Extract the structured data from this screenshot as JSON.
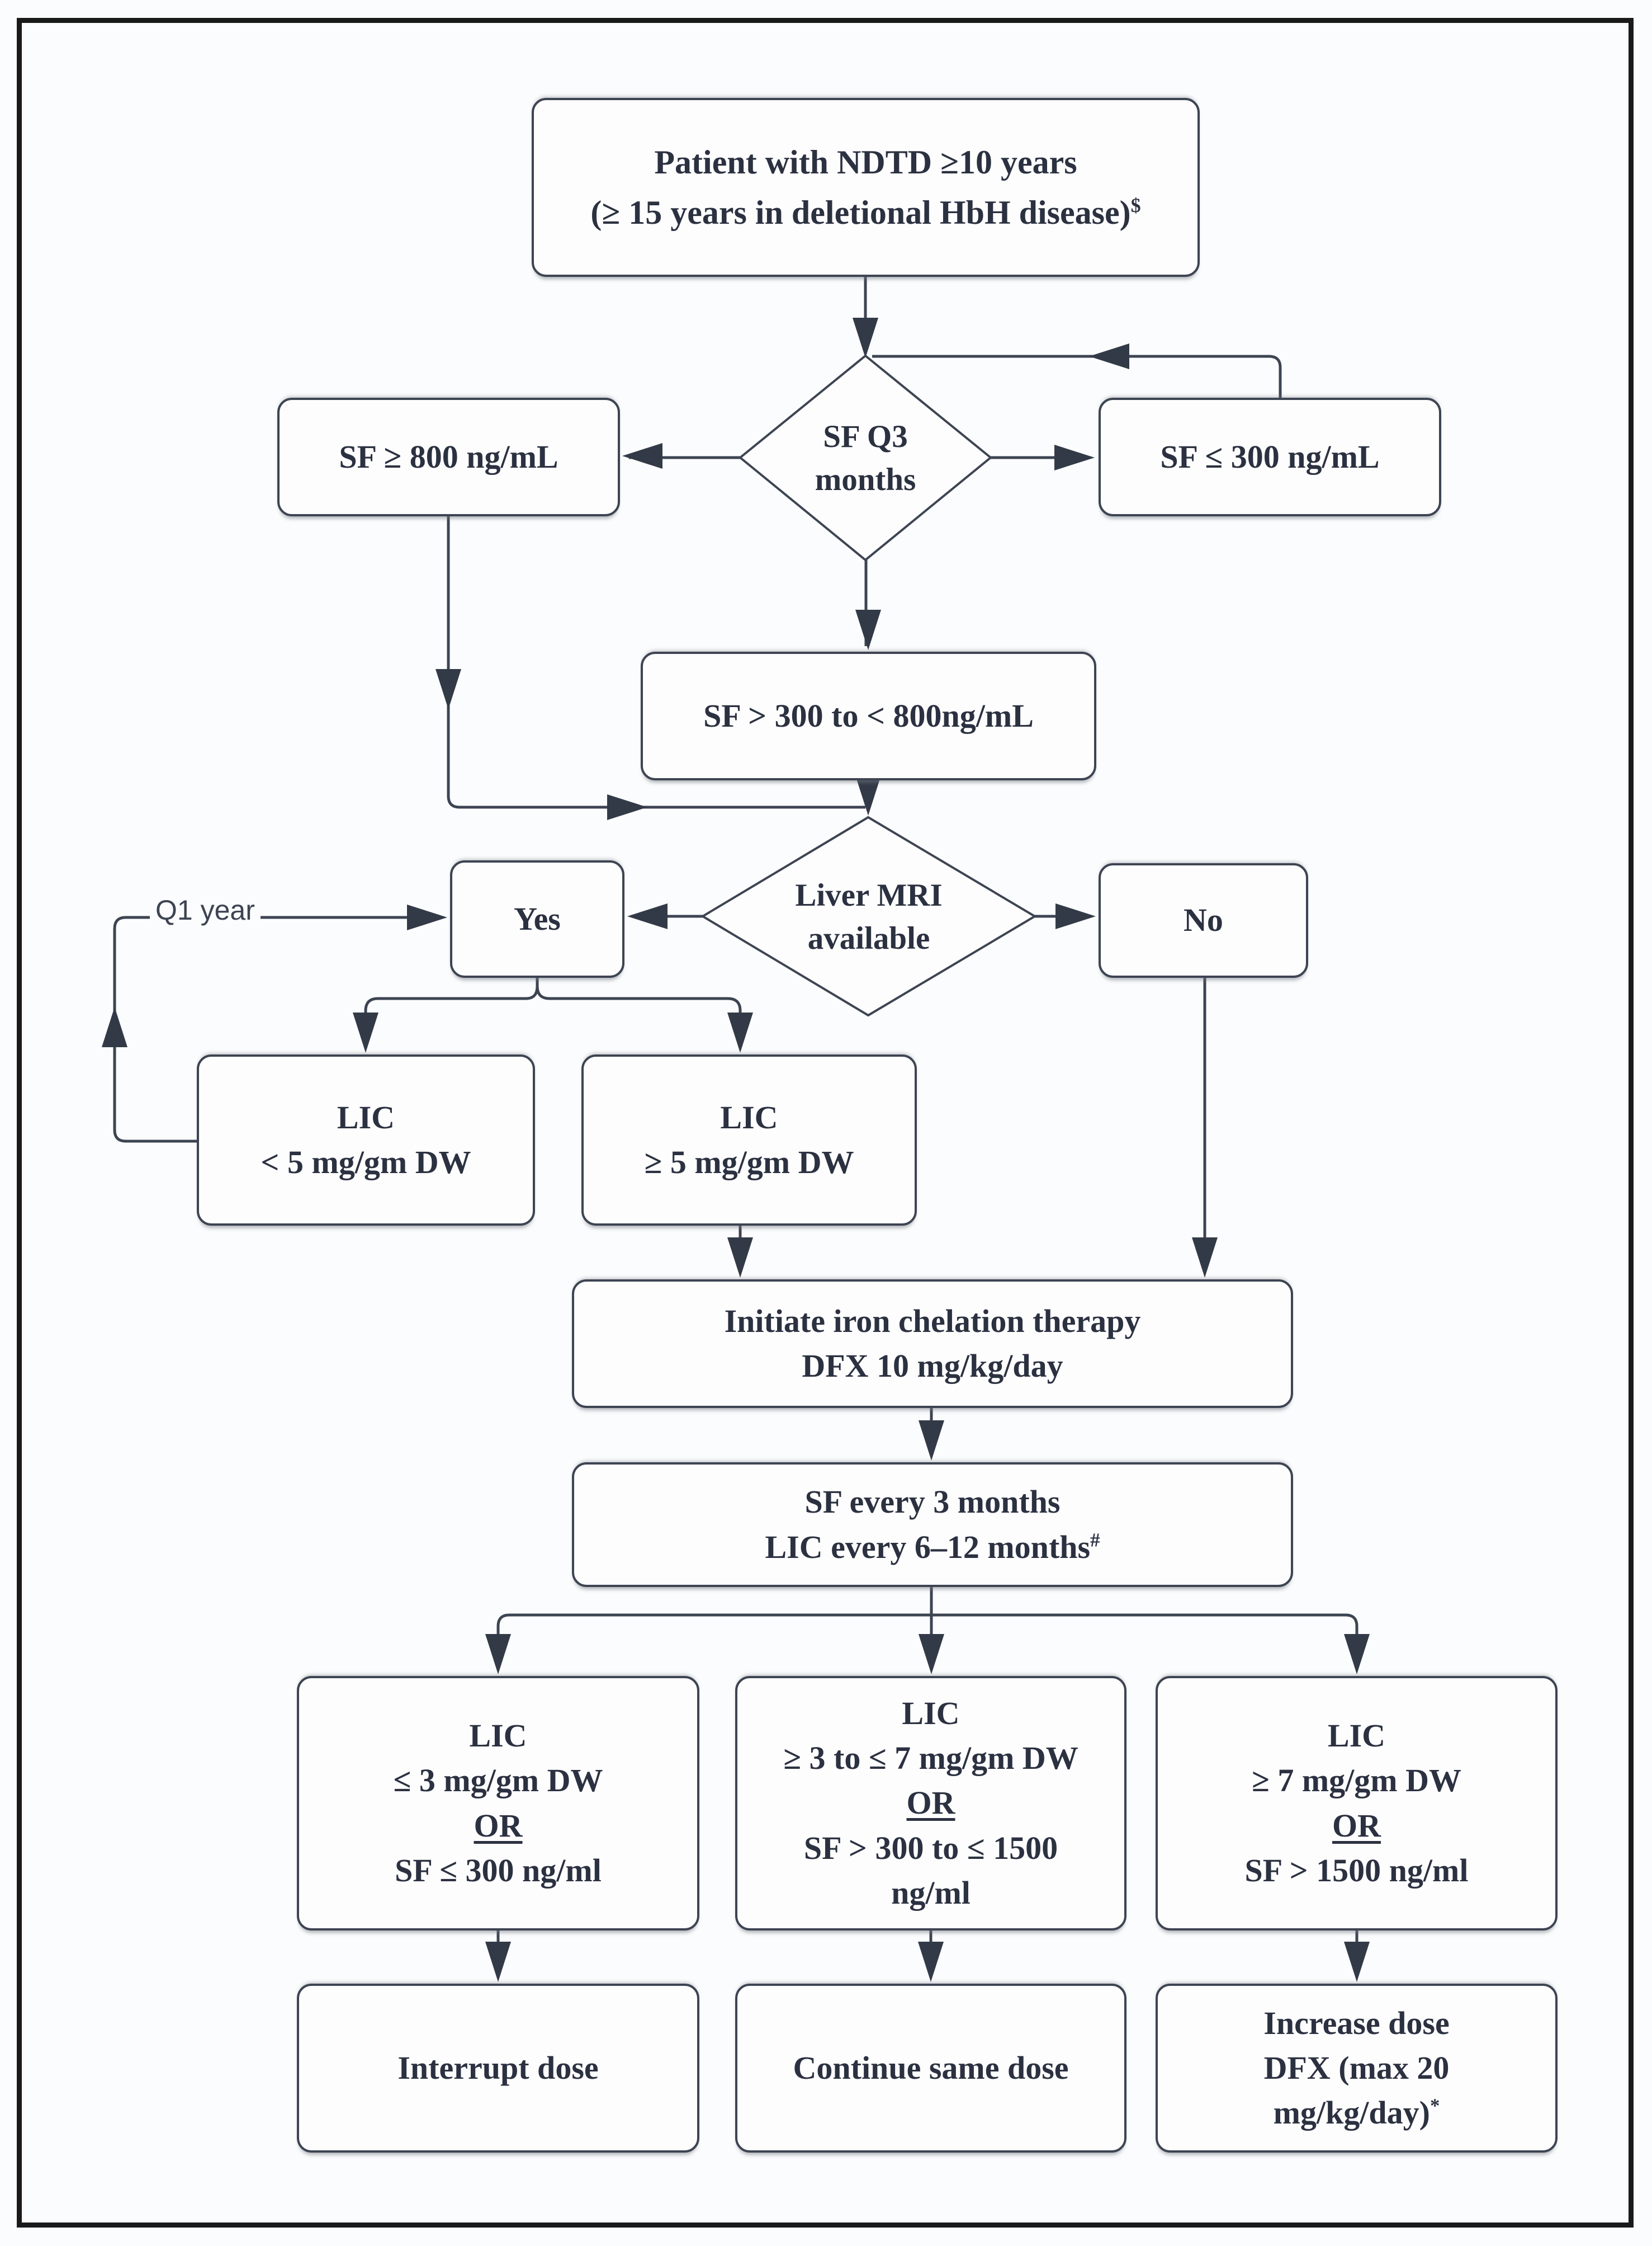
{
  "meta": {
    "background": "#fbfcfd",
    "line_color": "#3d4452",
    "text_color": "#2b3140",
    "frame_color": "#1a1a1a"
  },
  "nodes": {
    "patient": {
      "line1": "Patient with NDTD ≥10 years",
      "line2": "(≥ 15 years in deletional HbH disease)",
      "line2_sup": "$"
    },
    "sf_q3": {
      "line1": "SF Q3",
      "line2": "months"
    },
    "sf_high": {
      "label": "SF ≥ 800 ng/mL"
    },
    "sf_low": {
      "label": "SF ≤ 300 ng/mL"
    },
    "sf_mid": {
      "label": "SF > 300 to < 800ng/mL"
    },
    "mri": {
      "line1": "Liver MRI",
      "line2": "available"
    },
    "yes": {
      "label": "Yes"
    },
    "no": {
      "label": "No"
    },
    "q1": {
      "label": "Q1 year"
    },
    "lic_lt5": {
      "line1": "LIC",
      "line2": "< 5 mg/gm DW"
    },
    "lic_ge5": {
      "line1": "LIC",
      "line2": "≥ 5 mg/gm DW"
    },
    "initiate": {
      "line1": "Initiate iron chelation therapy",
      "line2": "DFX 10 mg/kg/day"
    },
    "monitor": {
      "line1": "SF every 3 months",
      "line2": "LIC every 6–12 months",
      "line2_sup": "#"
    },
    "cond_low": {
      "lines": [
        "LIC",
        "≤ 3 mg/gm DW",
        "OR",
        "SF ≤ 300 ng/ml"
      ]
    },
    "cond_mid": {
      "lines": [
        "LIC",
        "≥ 3 to ≤ 7 mg/gm DW",
        "OR",
        "SF > 300 to ≤ 1500",
        "ng/ml"
      ]
    },
    "cond_high": {
      "lines": [
        "LIC",
        "≥ 7 mg/gm DW",
        "OR",
        "SF > 1500 ng/ml"
      ]
    },
    "action_low": {
      "label": "Interrupt dose"
    },
    "action_mid": {
      "label": "Continue same dose"
    },
    "action_high": {
      "lines": [
        "Increase dose",
        "DFX (max 20",
        "mg/kg/day)"
      ],
      "sup": "*"
    }
  }
}
